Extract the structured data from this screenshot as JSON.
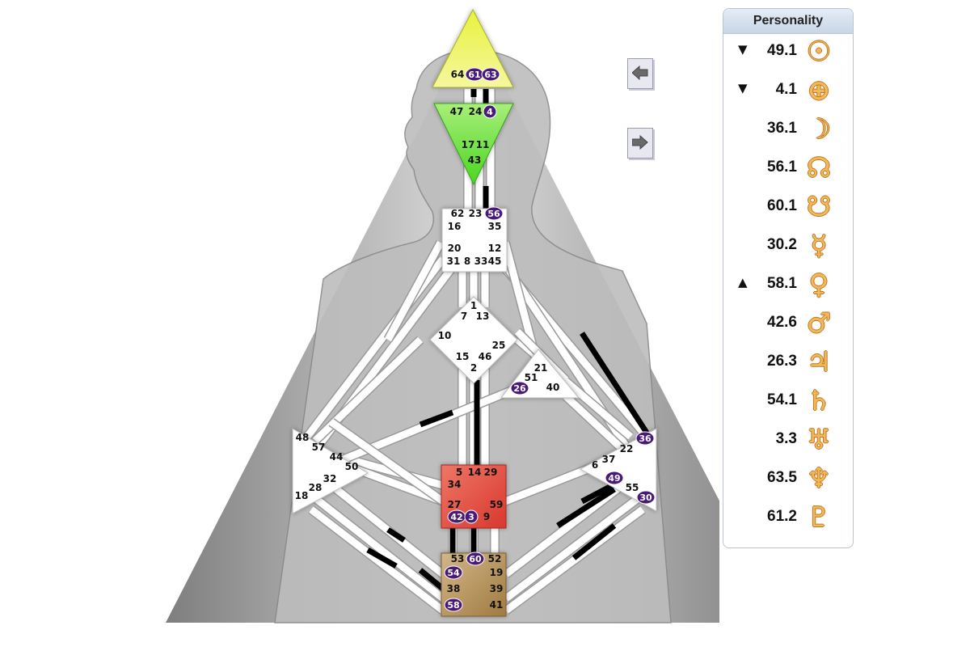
{
  "panel": {
    "title": "Personality",
    "rows": [
      {
        "arrow": "▼",
        "value": "49.1",
        "planet": "sun-icon",
        "glyph": "☉"
      },
      {
        "arrow": "▼",
        "value": "4.1",
        "planet": "earth-icon",
        "glyph": "⊕"
      },
      {
        "arrow": "",
        "value": "36.1",
        "planet": "moon-icon",
        "glyph": "☽"
      },
      {
        "arrow": "",
        "value": "56.1",
        "planet": "north-node-icon",
        "glyph": "☊"
      },
      {
        "arrow": "",
        "value": "60.1",
        "planet": "south-node-icon",
        "glyph": "☋"
      },
      {
        "arrow": "",
        "value": "30.2",
        "planet": "mercury-icon",
        "glyph": "☿"
      },
      {
        "arrow": "▲",
        "value": "58.1",
        "planet": "venus-icon",
        "glyph": "♀"
      },
      {
        "arrow": "",
        "value": "42.6",
        "planet": "mars-icon",
        "glyph": "♂"
      },
      {
        "arrow": "",
        "value": "26.3",
        "planet": "jupiter-icon",
        "glyph": "♃"
      },
      {
        "arrow": "",
        "value": "54.1",
        "planet": "saturn-icon",
        "glyph": "♄"
      },
      {
        "arrow": "",
        "value": "3.3",
        "planet": "uranus-icon",
        "glyph": "♅"
      },
      {
        "arrow": "",
        "value": "63.5",
        "planet": "neptune-icon",
        "glyph": "♆"
      },
      {
        "arrow": "",
        "value": "61.2",
        "planet": "pluto-icon",
        "glyph": "♇"
      }
    ]
  },
  "nav": {
    "prev_icon": "arrow-left-icon",
    "next_icon": "arrow-right-icon"
  },
  "colors": {
    "head_center": "#e6ee3a",
    "ajna_center": "#6ee23a",
    "sacral_center": "#e0463c",
    "root_center": "#b08c50",
    "active_gate": "#4a1a78",
    "channel_active": "#000000",
    "channel_inactive": "#ffffff"
  },
  "gates": {
    "head": [
      "64",
      "61",
      "63"
    ],
    "ajna": [
      "47",
      "24",
      "4",
      "17",
      "11",
      "43"
    ],
    "throat": [
      "62",
      "23",
      "56",
      "16",
      "35",
      "20",
      "12",
      "31",
      "8",
      "33",
      "45"
    ],
    "g": [
      "1",
      "7",
      "13",
      "10",
      "25",
      "15",
      "46",
      "2"
    ],
    "heart": [
      "21",
      "51",
      "26",
      "40"
    ],
    "spleen": [
      "48",
      "57",
      "44",
      "50",
      "32",
      "28",
      "18"
    ],
    "solar_plexus": [
      "36",
      "22",
      "37",
      "6",
      "49",
      "55",
      "30"
    ],
    "sacral": [
      "5",
      "14",
      "29",
      "34",
      "27",
      "59",
      "42",
      "3",
      "9"
    ],
    "root": [
      "53",
      "60",
      "52",
      "54",
      "19",
      "38",
      "39",
      "58",
      "41"
    ]
  }
}
